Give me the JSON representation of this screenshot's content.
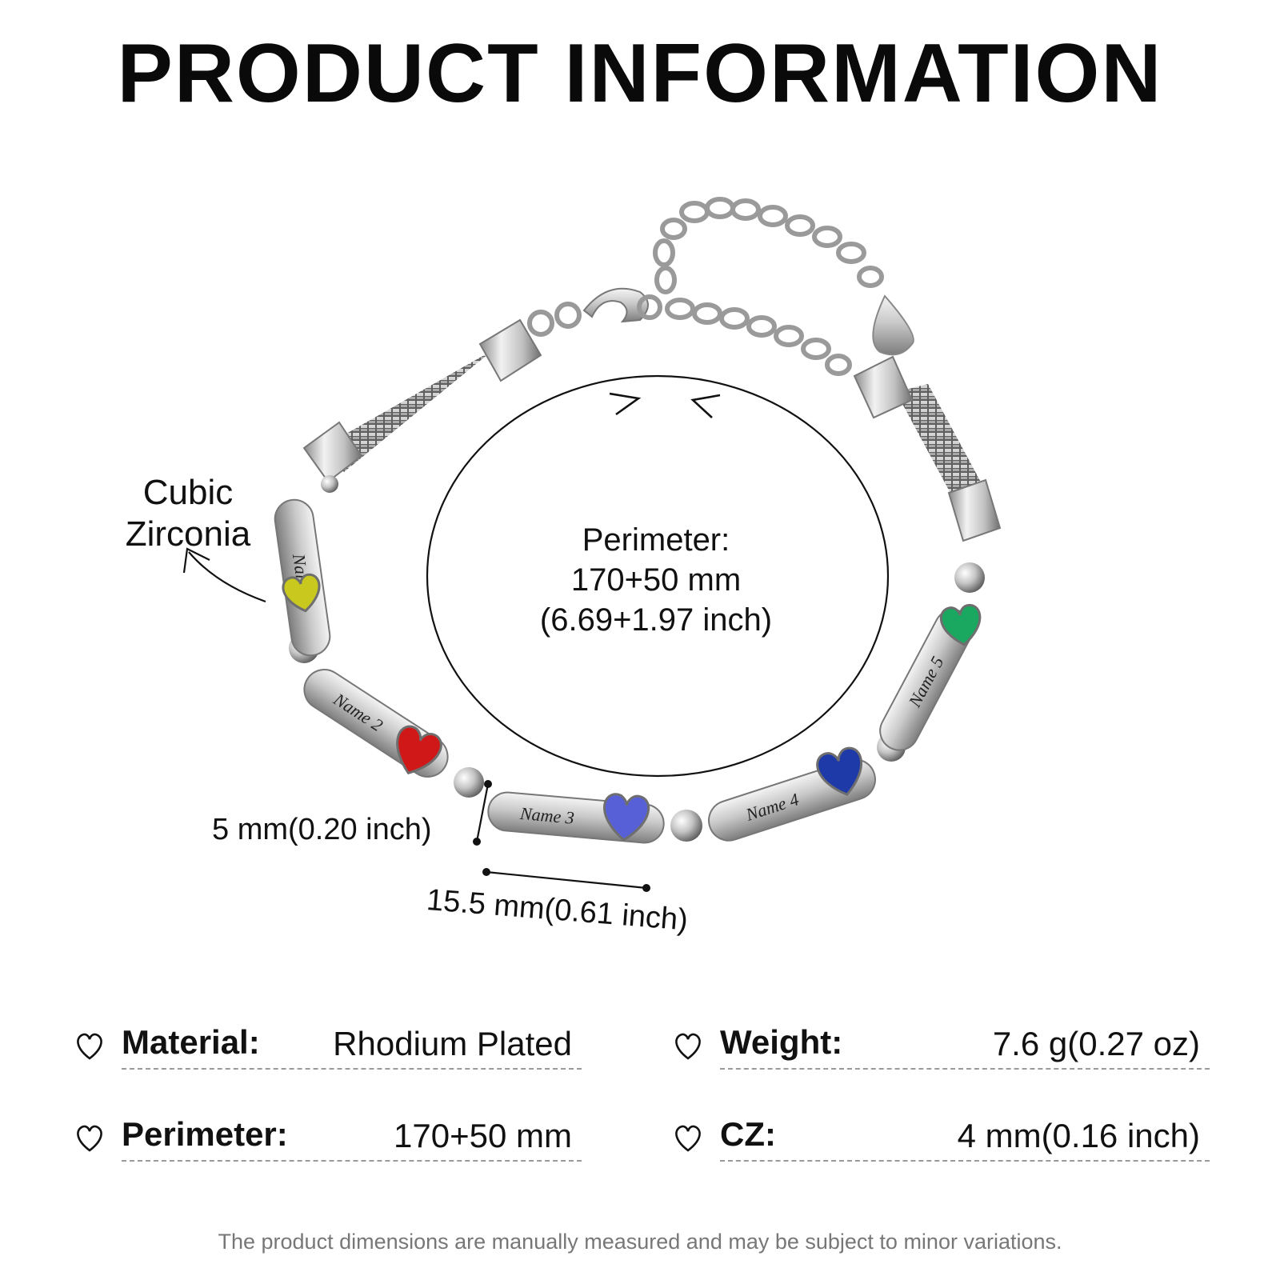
{
  "title": "PRODUCT INFORMATION",
  "callouts": {
    "cubic_zirconia_line1": "Cubic",
    "cubic_zirconia_line2": "Zirconia",
    "perimeter_line1": "Perimeter:",
    "perimeter_line2": "170+50 mm",
    "perimeter_line3": "(6.69+1.97 inch)",
    "bar_width": "5 mm(0.20 inch)",
    "bar_length": "15.5 mm(0.61 inch)"
  },
  "engravings": [
    "Name 1",
    "Name 2",
    "Name 3",
    "Name 4",
    "Name 5"
  ],
  "stone_colors": {
    "name1": "#c8c81e",
    "name2": "#d01818",
    "name3": "#5860d8",
    "name4": "#1e3aa8",
    "name5": "#1aa860"
  },
  "specs": {
    "material_label": "Material:",
    "material_value": "Rhodium Plated",
    "weight_label": "Weight:",
    "weight_value": "7.6 g(0.27 oz)",
    "perimeter_label": "Perimeter:",
    "perimeter_value": "170+50 mm",
    "cz_label": "CZ:",
    "cz_value": "4 mm(0.16 inch)"
  },
  "icons": [
    "heart-outline-icon"
  ],
  "footnote": "The product dimensions are manually measured and may be subject to minor variations."
}
